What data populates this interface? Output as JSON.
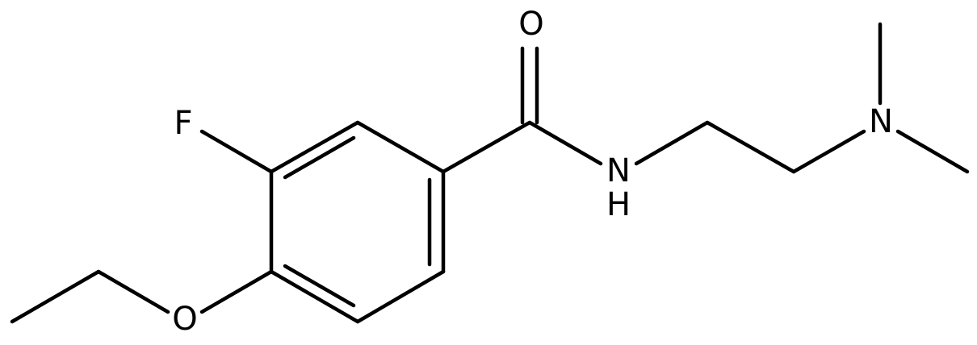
{
  "diagram": {
    "atoms": {
      "oxygen_carbonyl": "O",
      "fluorine": "F",
      "nitrogen_amide": "N",
      "hydrogen_amide": "H",
      "nitrogen_amine": "N",
      "oxygen_ether": "O"
    },
    "colors": {
      "bond": "#000000",
      "background": "#ffffff"
    }
  }
}
